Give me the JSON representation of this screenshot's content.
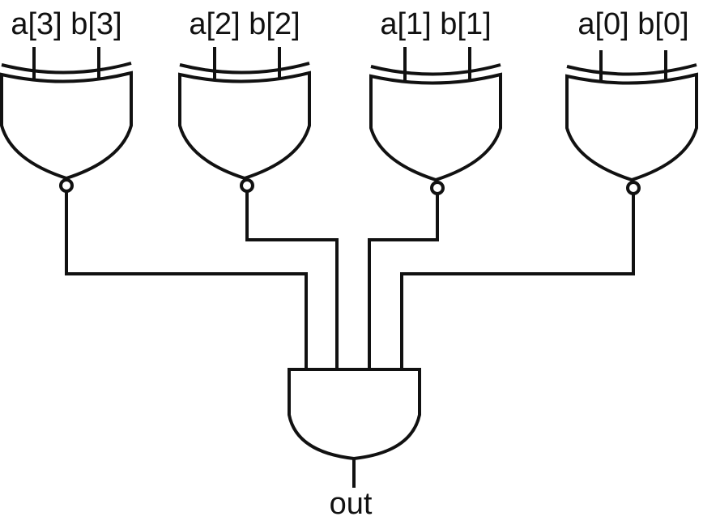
{
  "gates": [
    {
      "type": "XNOR",
      "inputs": [
        "a[3]",
        "b[3]"
      ]
    },
    {
      "type": "XNOR",
      "inputs": [
        "a[2]",
        "b[2]"
      ]
    },
    {
      "type": "XNOR",
      "inputs": [
        "a[1]",
        "b[1]"
      ]
    },
    {
      "type": "XNOR",
      "inputs": [
        "a[0]",
        "b[0]"
      ]
    }
  ],
  "labels": {
    "g3": "a[3] b[3]",
    "g2": "a[2] b[2]",
    "g1": "a[1] b[1]",
    "g0": "a[0] b[0]",
    "output": "out"
  },
  "and_gate": {
    "type": "AND",
    "inputs": 4
  },
  "colors": {
    "stroke": "#111111",
    "background": "#ffffff"
  }
}
